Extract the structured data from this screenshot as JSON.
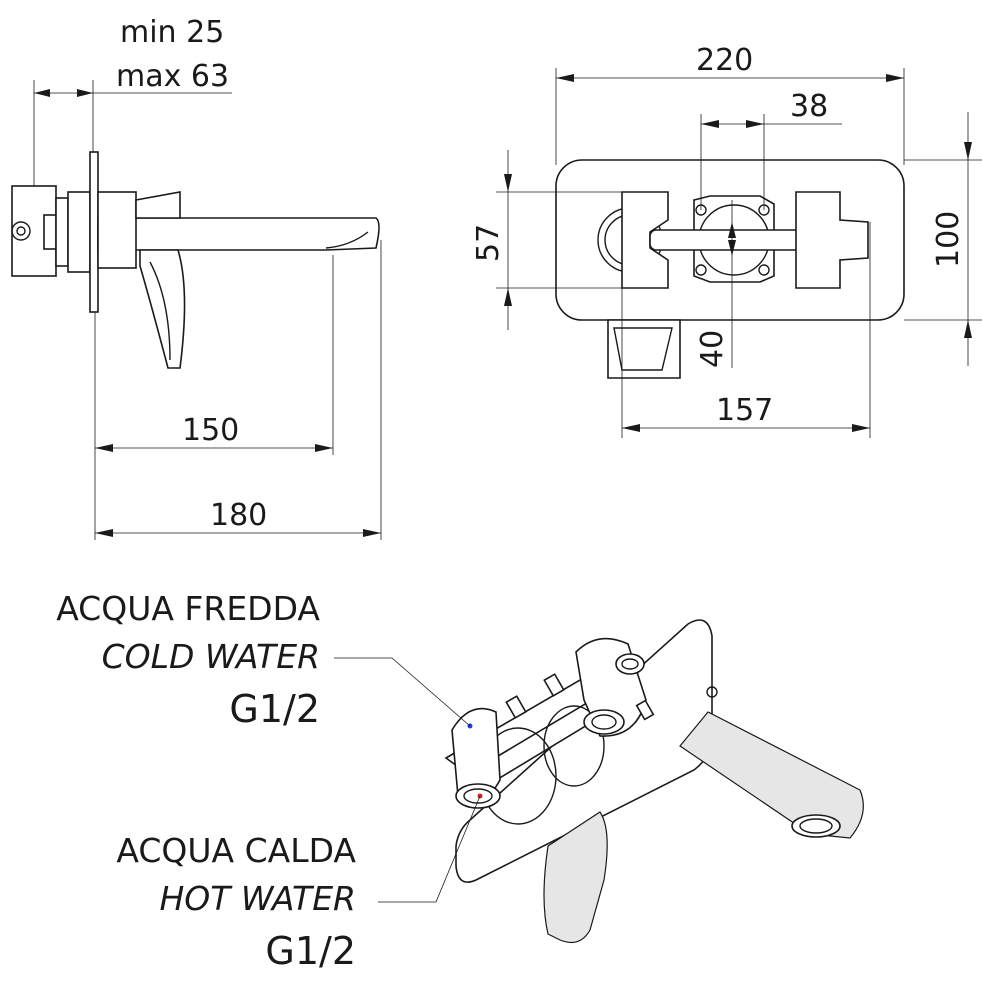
{
  "side_view": {
    "wall_thickness": {
      "min": "min 25",
      "max": "max 63"
    },
    "spout_projection": "150",
    "total_depth": "180"
  },
  "front_view": {
    "plate_width": "220",
    "valve_spacing": "38",
    "body_height": "57",
    "plate_height": "100",
    "spout_offset": "40",
    "body_width": "157"
  },
  "labels": {
    "cold": {
      "it": "ACQUA FREDDA",
      "en": "COLD WATER",
      "thread": "G1/2",
      "dot_color": "#1f3fd6"
    },
    "hot": {
      "it": "ACQUA CALDA",
      "en": "HOT WATER",
      "thread": "G1/2",
      "dot_color": "#d61f1f"
    }
  }
}
